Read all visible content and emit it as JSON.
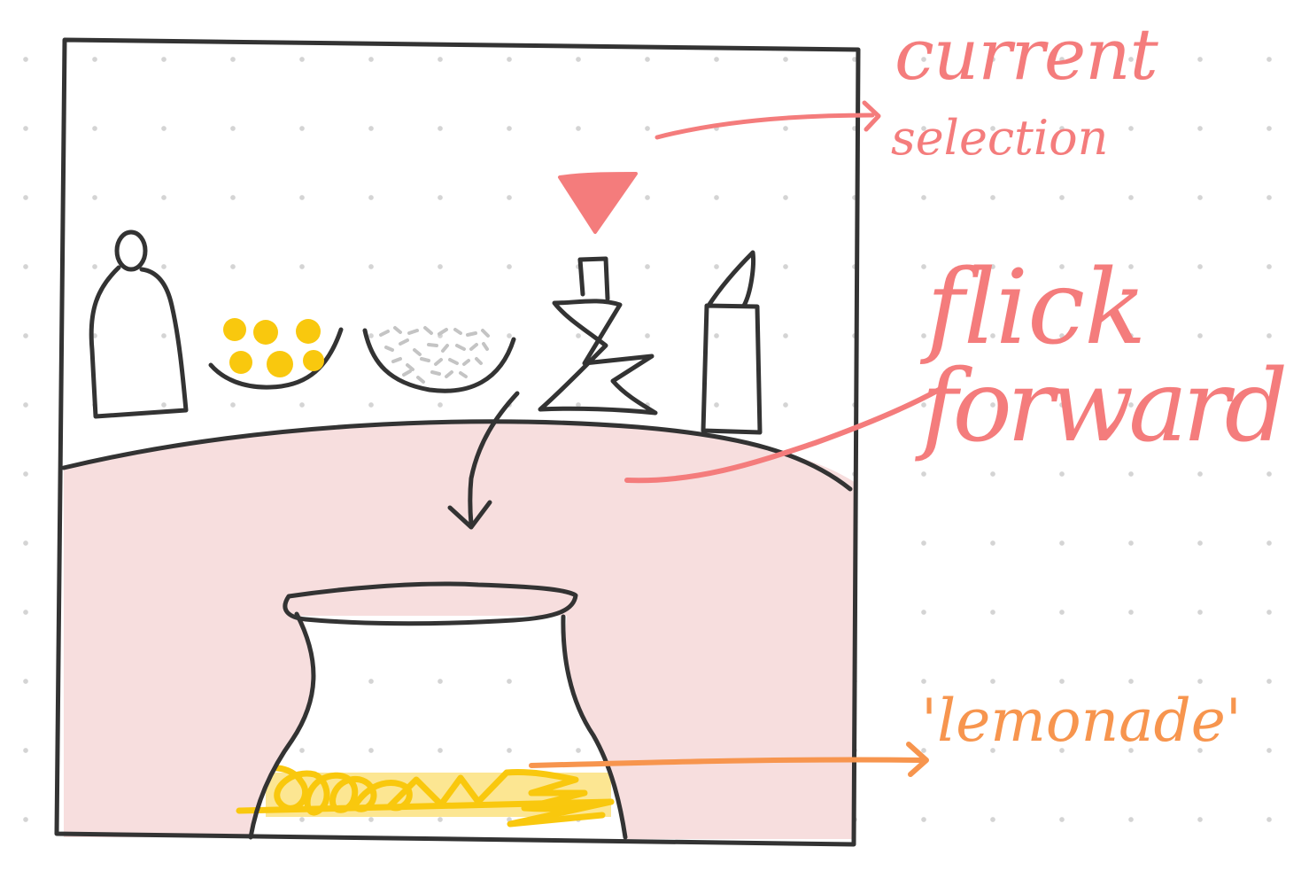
{
  "annotations": {
    "current_line1": "current",
    "current_line2": "selection",
    "flick_line1": "flick",
    "flick_line2": "forward",
    "output": "'lemonade'"
  },
  "colors": {
    "ink": "#333333",
    "annotation_pink": "#f47c7c",
    "annotation_orange": "#f7954e",
    "table_tint": "#f7dede",
    "lemon_yellow": "#f9c80e",
    "ice_gray": "#c4c4c4"
  },
  "icons": [
    "bottle-icon",
    "lemons-bowl-icon",
    "sugar-bowl-icon",
    "squeezer-icon",
    "knife-icon",
    "pitcher-icon",
    "selection-marker-icon"
  ]
}
